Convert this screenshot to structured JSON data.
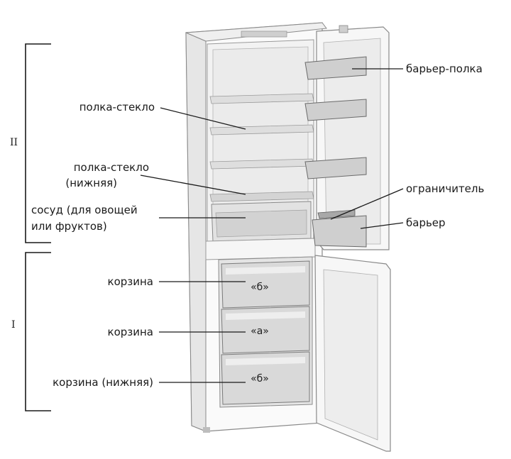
{
  "sections": {
    "upper": "II",
    "lower": "I"
  },
  "labels": {
    "barrier_shelf": "барьер-полка",
    "glass_shelf": "полка-стекло",
    "glass_shelf_lower_1": "полка-стекло",
    "glass_shelf_lower_2": "(нижняя)",
    "vessel_1": "сосуд (для овощей",
    "vessel_2": "или фруктов)",
    "limiter": "ограничитель",
    "barrier": "барьер",
    "basket_1": "корзина",
    "basket_2": "корзина",
    "basket_lower": "корзина (нижняя)"
  },
  "drawer_tags": {
    "top": "«б»",
    "middle": "«а»",
    "bottom": "«б»"
  },
  "colors": {
    "line": "#1a1a1a",
    "body_outline": "#8a8a8a",
    "interior": "#f4f4f4",
    "shadow": "#d6d6d6",
    "dark": "#5a5a5a"
  }
}
